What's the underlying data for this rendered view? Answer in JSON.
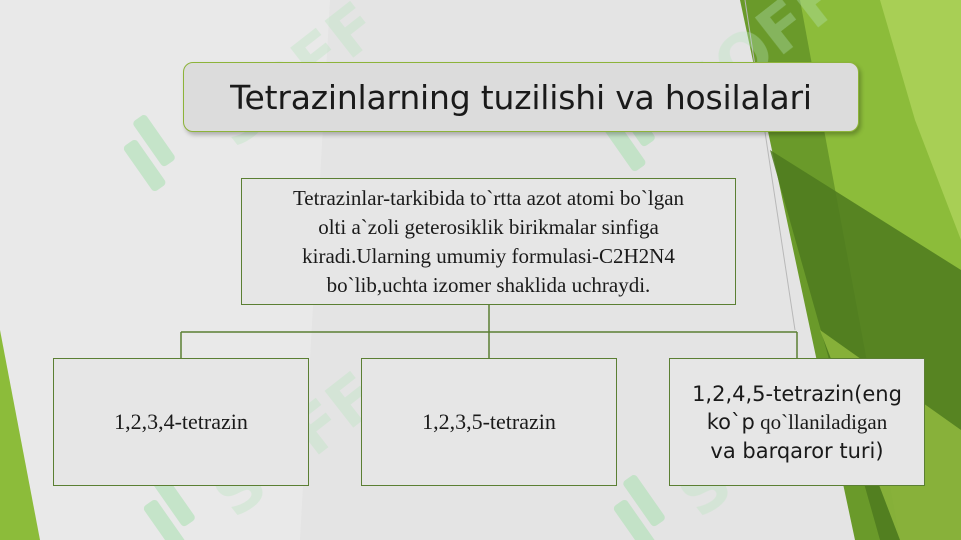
{
  "colors": {
    "background": "#e4e4e4",
    "green_dark": "#4d7a1f",
    "green_mid": "#6a9a2a",
    "green_light": "#9cc544",
    "box_border": "#5b7f33",
    "watermark": "#a8e0b0"
  },
  "watermark": {
    "text": "SOFF"
  },
  "title": "Tetrazinlarning tuzilishi va hosilalari",
  "definition": {
    "lines": [
      "Tetrazinlar-tarkibida to`rtta azot atomi bo`lgan",
      "olti a`zoli geterosiklik birikmalar sinfiga",
      "kiradi.Ularning umumiy formulasi-C2H2N4",
      "bo`lib,uchta izomer shaklida uchraydi."
    ]
  },
  "isomers": [
    {
      "label": "1,2,3,4-tetrazin"
    },
    {
      "label": "1,2,3,5-tetrazin"
    },
    {
      "line1": "1,2,4,5-tetrazin(eng",
      "line2_a": "ko`p",
      "line2_b": " qo`llaniladigan",
      "line3": "va barqaror turi)"
    }
  ]
}
